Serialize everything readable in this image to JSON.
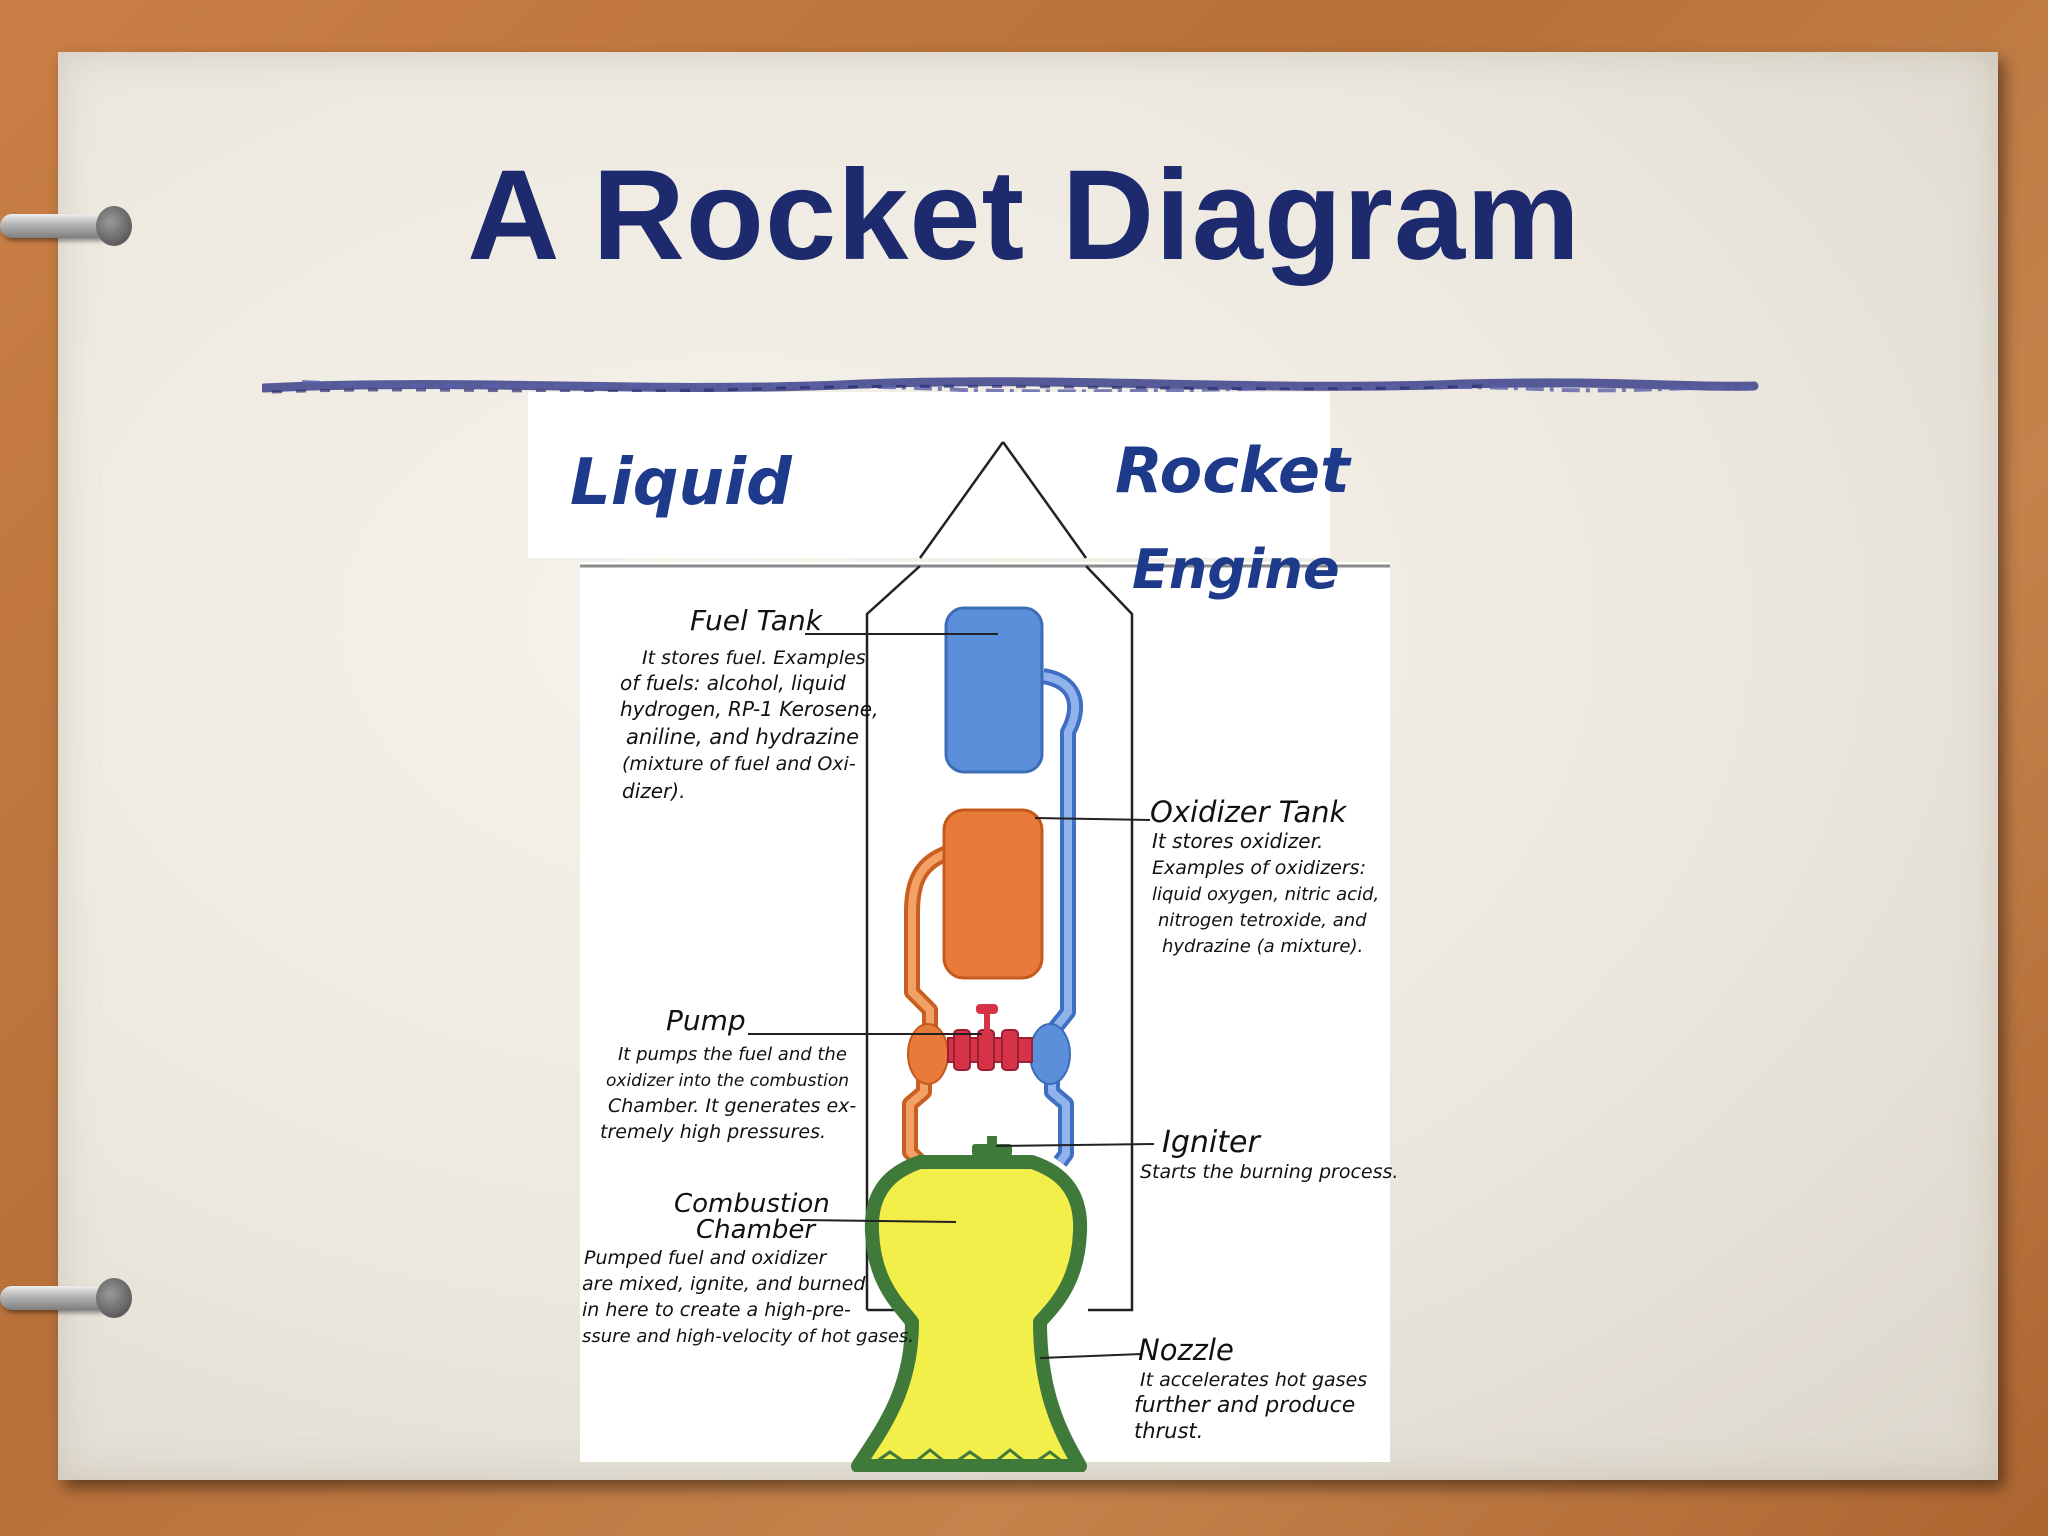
{
  "slide": {
    "title": "A Rocket Diagram"
  },
  "diagram": {
    "heading_left": "Liquid",
    "heading_right": "Rocket",
    "heading_right_2": "Engine",
    "components": {
      "fuel_tank": {
        "name": "Fuel Tank",
        "desc": [
          "It stores fuel. Examples",
          "of fuels: alcohol, liquid",
          "hydrogen, RP-1 Kerosene,",
          "aniline, and hydrazine",
          "(mixture of fuel and Oxi-",
          "dizer)."
        ]
      },
      "oxidizer_tank": {
        "name": "Oxidizer Tank",
        "desc": [
          "It stores oxidizer.",
          "Examples of oxidizers:",
          "liquid oxygen, nitric acid,",
          "nitrogen tetroxide, and",
          "hydrazine (a mixture)."
        ]
      },
      "pump": {
        "name": "Pump",
        "desc": [
          "It pumps the fuel and the",
          "oxidizer into the combustion",
          "Chamber. It generates ex-",
          "tremely high pressures."
        ]
      },
      "igniter": {
        "name": "Igniter",
        "desc": [
          "Starts the burning process."
        ]
      },
      "combustion_chamber": {
        "name_1": "Combustion",
        "name_2": "Chamber",
        "desc": [
          "Pumped fuel and oxidizer",
          "are mixed, ignite, and burned",
          "in here to create a high-pre-",
          "ssure and high-velocity of hot gases."
        ]
      },
      "nozzle": {
        "name": "Nozzle",
        "desc": [
          "It accelerates hot gases",
          "further and    produce",
          "thrust."
        ]
      }
    },
    "colors": {
      "fuel": "#5b8fd9",
      "oxidizer": "#e97b3a",
      "pump": "#d63248",
      "chamber_outline": "#3f7a3a",
      "flame": "#f2ef4a",
      "ink": "#1e3a8a",
      "title": "#1e2a6e"
    }
  }
}
